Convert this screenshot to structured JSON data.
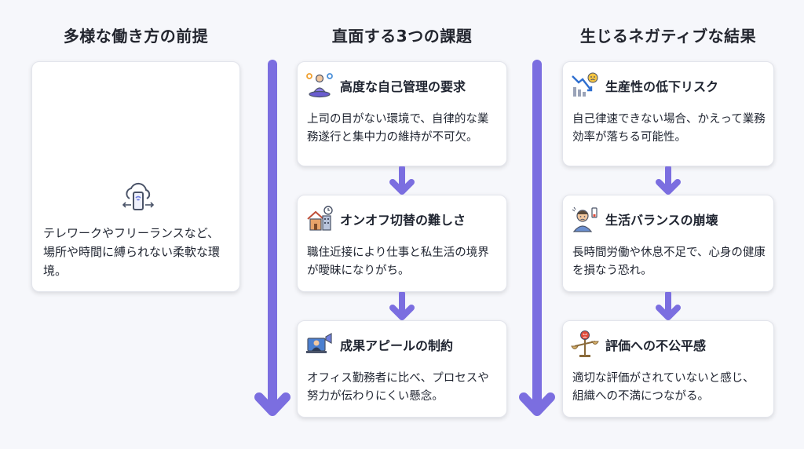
{
  "columns": [
    {
      "title": "多様な働き方の前提"
    },
    {
      "title": "直面する3つの課題"
    },
    {
      "title": "生じるネガティブな結果"
    }
  ],
  "premise": {
    "icon": "cloud-phone-connectivity-icon",
    "text": "テレワークやフリーランスなど、場所や時間に縛られない柔軟な環境。"
  },
  "challenges": [
    {
      "icon": "meditating-person-gears-icon",
      "title": "高度な自己管理の要求",
      "text": "上司の目がない環境で、自律的な業務遂行と集中力の維持が不可欠。"
    },
    {
      "icon": "house-office-clock-icon",
      "title": "オンオフ切替の難しさ",
      "text": "職住近接により仕事と私生活の境界が曖昧になりがち。"
    },
    {
      "icon": "presenter-megaphone-icon",
      "title": "成果アピールの制約",
      "text": "オフィス勤務者に比べ、プロセスや努力が伝わりにくい懸念。"
    }
  ],
  "results": [
    {
      "icon": "declining-chart-sad-icon",
      "title": "生産性の低下リスク",
      "text": "自己律速できない場合、かえって業務効率が落ちる可能性。"
    },
    {
      "icon": "stressed-person-battery-icon",
      "title": "生活バランスの崩壊",
      "text": "長時間労働や休息不足で、心身の健康を損なう恐れ。"
    },
    {
      "icon": "unbalanced-scale-angry-icon",
      "title": "評価への不公平感",
      "text": "適切な評価がされていないと感じ、組織への不満につながる。"
    }
  ],
  "colors": {
    "arrow": "#7b6ee0",
    "accent": "#6f7fe0"
  }
}
